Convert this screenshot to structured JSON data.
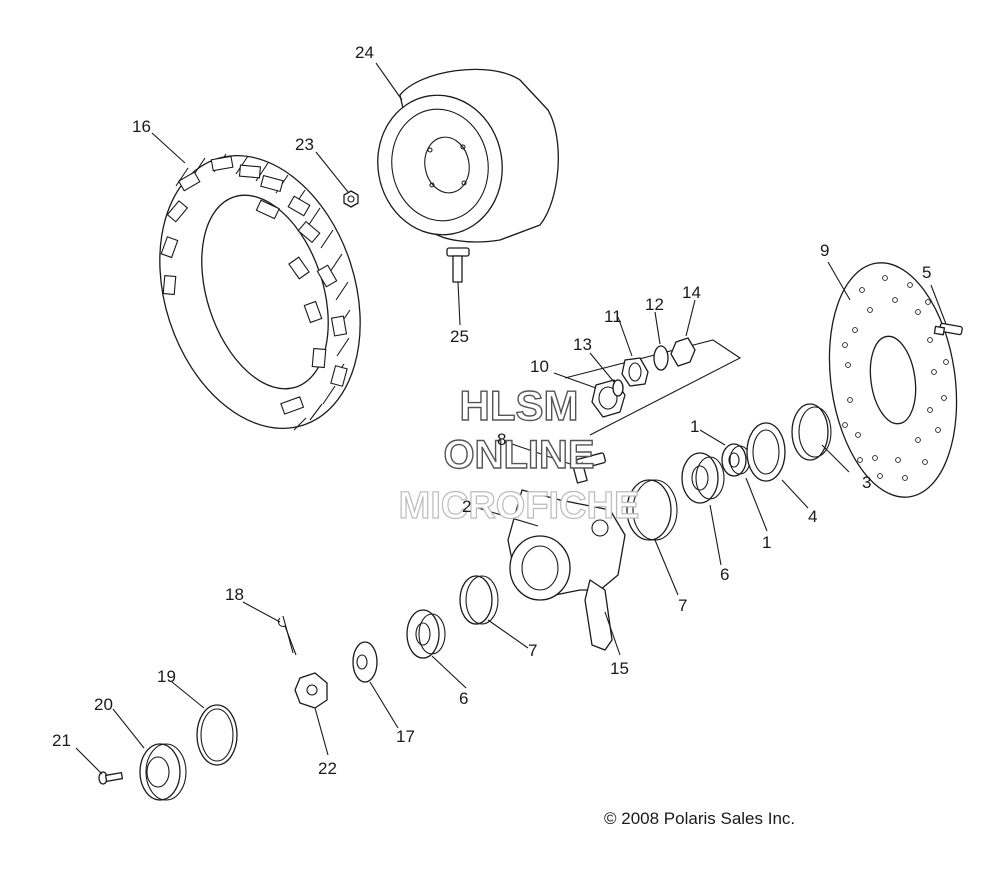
{
  "watermark": {
    "line1": "HLSM",
    "line2": "ONLINE",
    "line3": "MICROFICHE"
  },
  "copyright": "© 2008 Polaris Sales Inc.",
  "callouts": {
    "n1a": "1",
    "n1b": "1",
    "n2": "2",
    "n3": "3",
    "n4": "4",
    "n5": "5",
    "n6a": "6",
    "n6b": "6",
    "n7a": "7",
    "n7b": "7",
    "n8": "8",
    "n9": "9",
    "n10": "10",
    "n11": "11",
    "n12": "12",
    "n13": "13",
    "n14": "14",
    "n15": "15",
    "n16": "16",
    "n17": "17",
    "n18": "18",
    "n19": "19",
    "n20": "20",
    "n21": "21",
    "n22": "22",
    "n23": "23",
    "n24": "24",
    "n25": "25"
  }
}
